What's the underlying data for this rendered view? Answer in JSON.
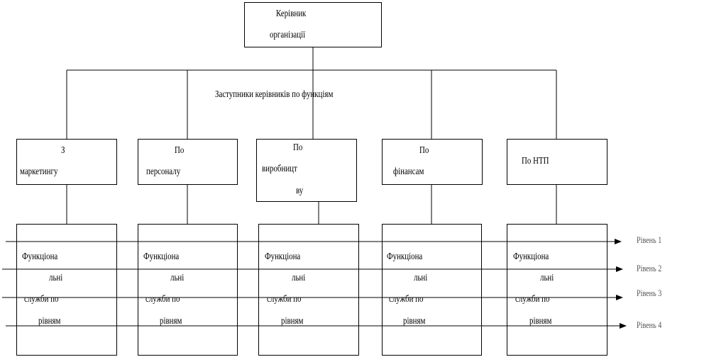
{
  "head": {
    "line1": "Керівник",
    "line2": "організації"
  },
  "deputies_label": "Заступники керівників по функціям",
  "departments": [
    {
      "id": "marketing",
      "lines": [
        "З",
        "маркетингу"
      ]
    },
    {
      "id": "personnel",
      "lines": [
        "По",
        "персоналу"
      ]
    },
    {
      "id": "production",
      "lines": [
        "По",
        "виробницт",
        "ву"
      ]
    },
    {
      "id": "finance",
      "lines": [
        "По",
        "фінансам"
      ]
    },
    {
      "id": "rnd",
      "lines": [
        "По НТП"
      ]
    }
  ],
  "services": {
    "lines": [
      "Функціона",
      "льні",
      "служби по",
      "рівням"
    ]
  },
  "levels": [
    "Рівень 1",
    "Рівень 2",
    "Рівень 3",
    "Рівень 4"
  ]
}
